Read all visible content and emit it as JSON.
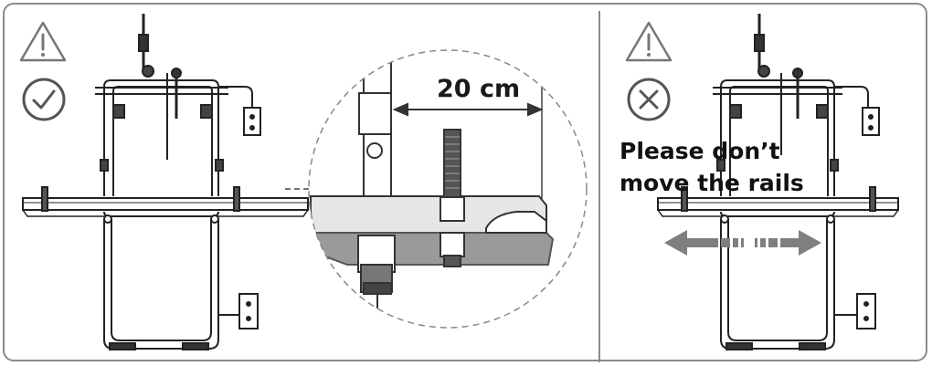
{
  "panels": {
    "left": {
      "status": "correct"
    },
    "right": {
      "status": "incorrect",
      "message_line1": "Please don’t",
      "message_line2": "move the rails"
    }
  },
  "detail": {
    "measurement": "20 cm"
  },
  "icons": [
    "warning-triangle-icon",
    "check-circle-icon",
    "x-circle-icon",
    "double-arrow-icon"
  ],
  "colors": {
    "border": "#8a8a8a",
    "ink": "#1a1a1a",
    "arrow": "#7f7f7f",
    "rail_fill": "#9a9a9a"
  }
}
